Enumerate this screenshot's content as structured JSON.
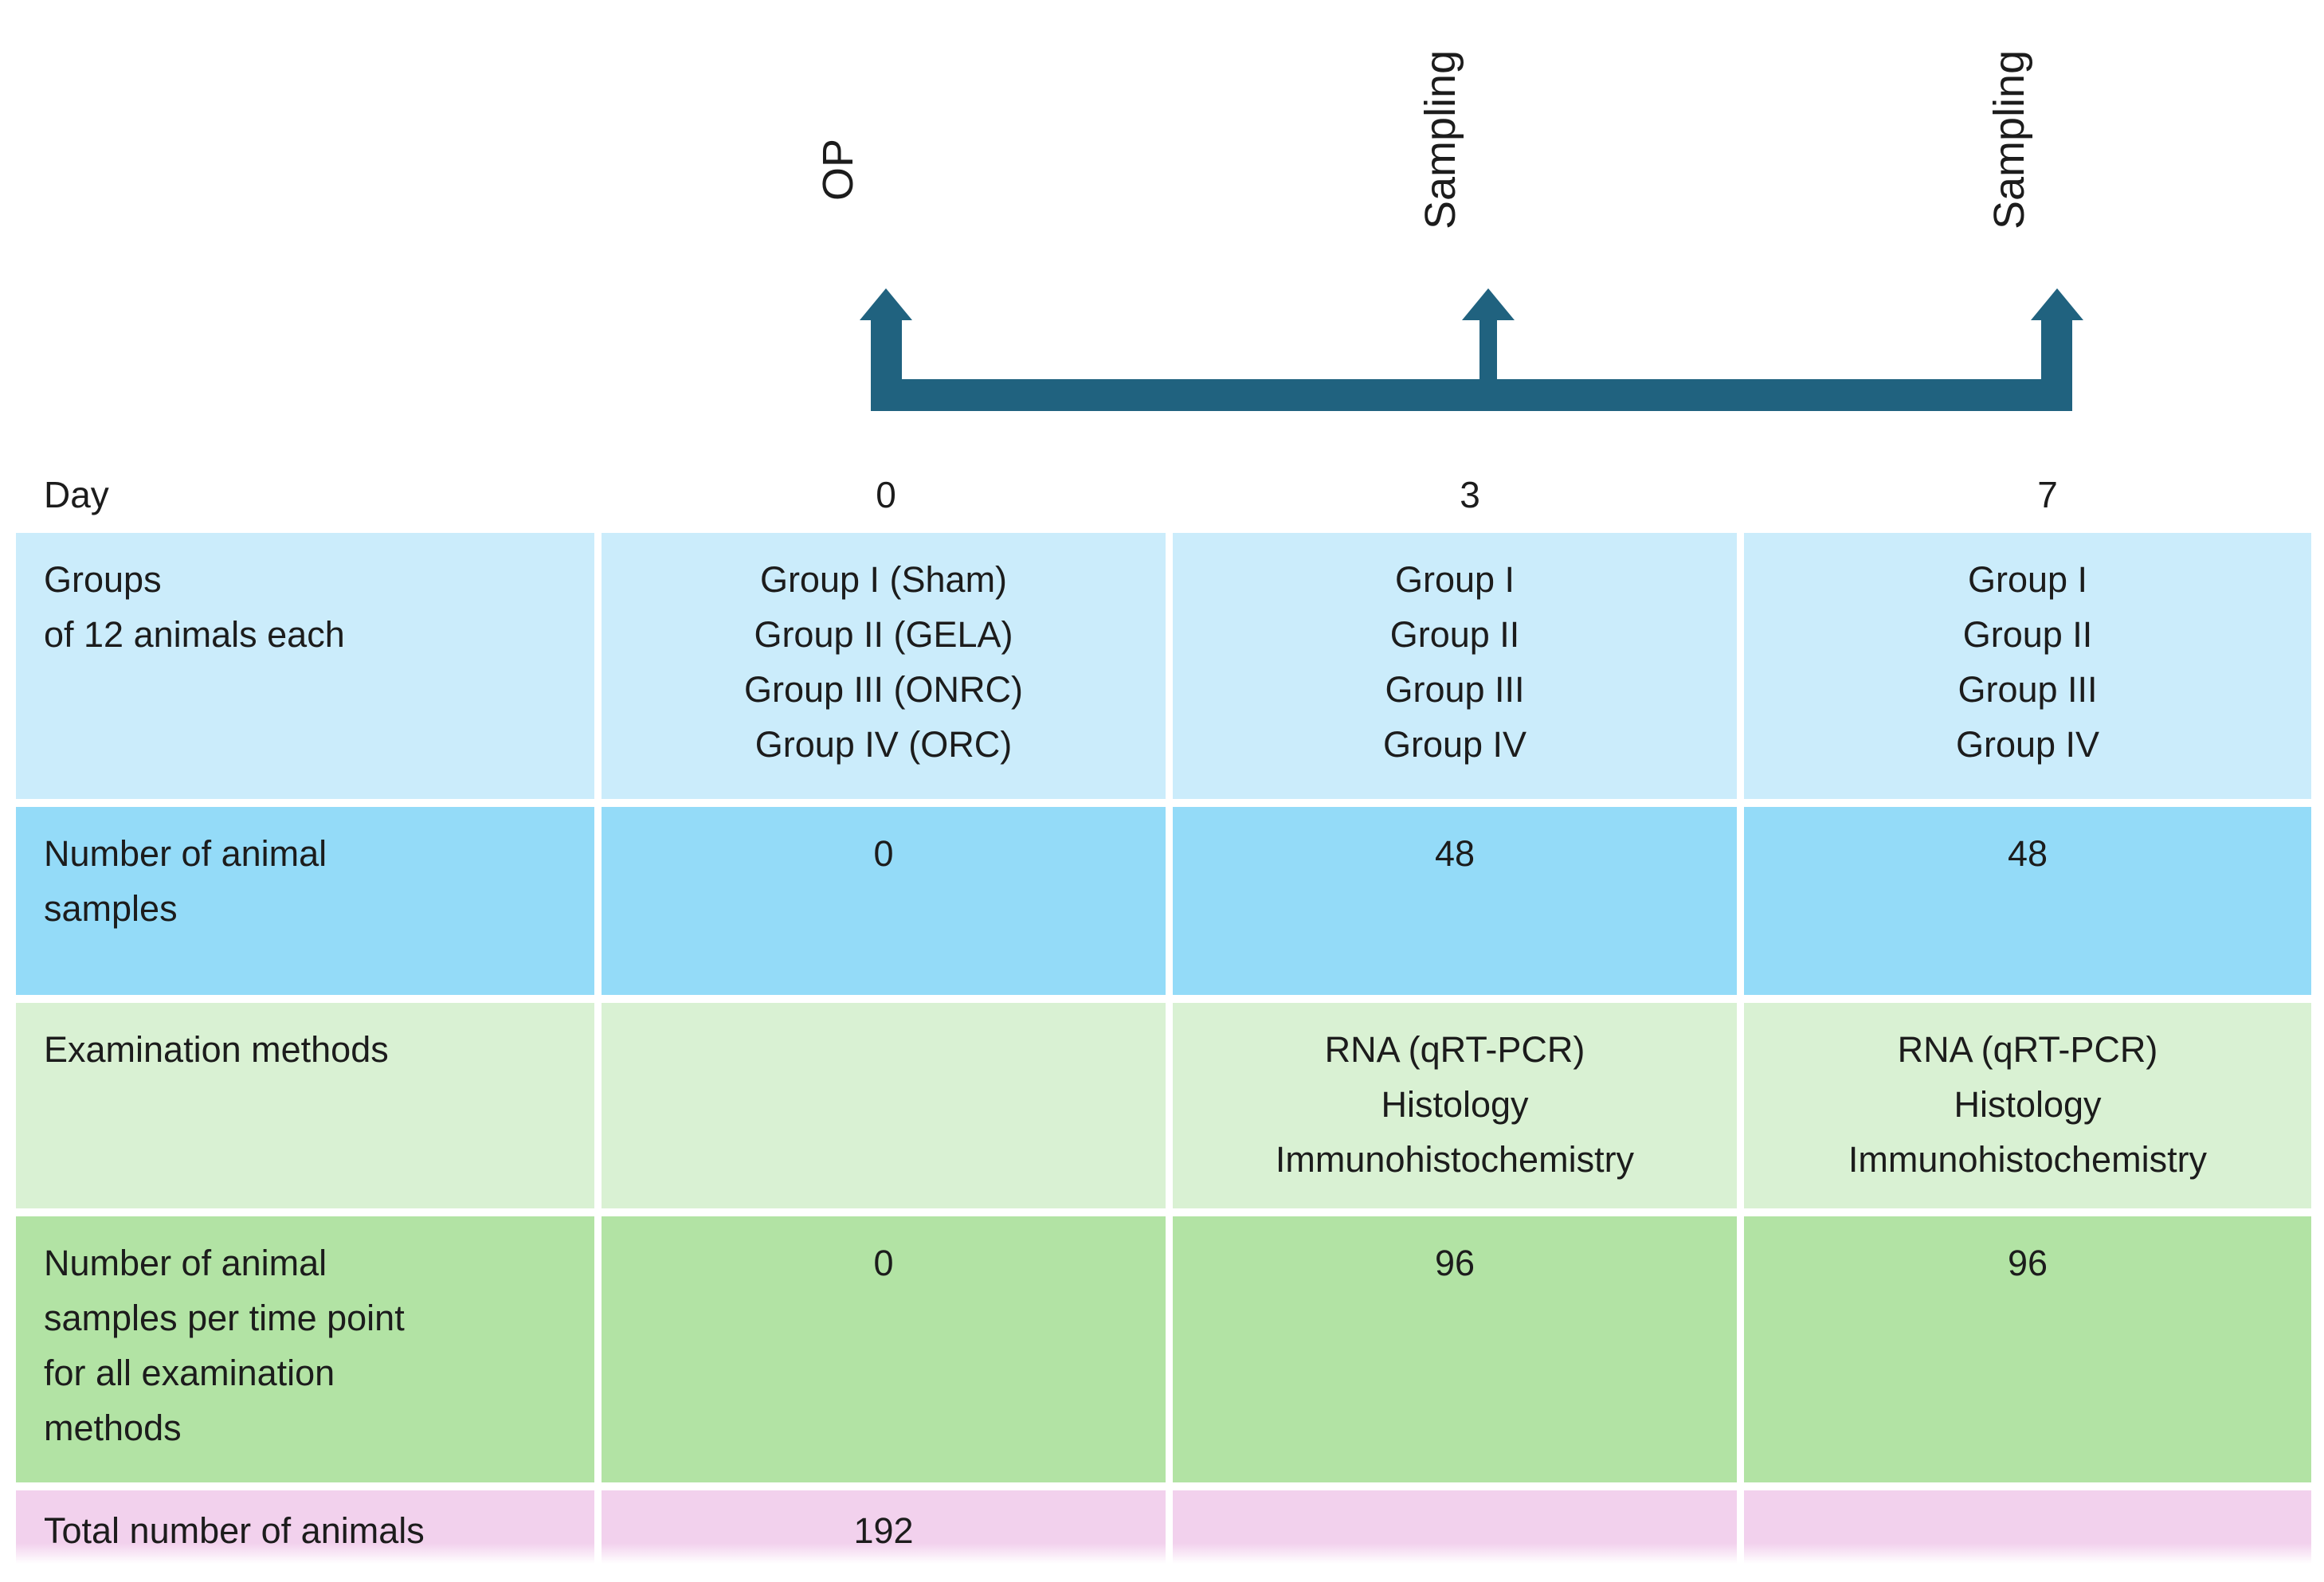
{
  "figure": {
    "title": "Experimental design timeline and animal sample summary"
  },
  "colors": {
    "timeline_teal": "#20627f",
    "row_groups_bg": "#cbecfb",
    "row_samples_bg": "#94dbf8",
    "row_methods_bg": "#d9f1d3",
    "row_per_timepoint_bg": "#b2e3a4",
    "row_total_bg": "#f2d1ed",
    "text": "#1c1c1c",
    "divider": "#ffffff"
  },
  "timeline": {
    "day_axis_label": "Day",
    "events": [
      {
        "label": "OP",
        "day": "0"
      },
      {
        "label": "Sampling",
        "day": "3"
      },
      {
        "label": "Sampling",
        "day": "7"
      }
    ]
  },
  "table": {
    "rows": [
      {
        "label_lines": [
          "Groups",
          "of 12 animals each"
        ],
        "cells": [
          [
            "Group I (Sham)",
            "Group II (GELA)",
            "Group III (ONRC)",
            "Group IV (ORC)"
          ],
          [
            "Group I",
            "Group II",
            "Group III",
            "Group IV"
          ],
          [
            "Group I",
            "Group II",
            "Group III",
            "Group IV"
          ]
        ]
      },
      {
        "label_lines": [
          "Number of animal",
          "samples"
        ],
        "cells": [
          [
            "0"
          ],
          [
            "48"
          ],
          [
            "48"
          ]
        ]
      },
      {
        "label_lines": [
          "Examination methods"
        ],
        "cells": [
          [],
          [
            "RNA (qRT-PCR)",
            "Histology",
            "Immunohistochemistry"
          ],
          [
            "RNA (qRT-PCR)",
            "Histology",
            "Immunohistochemistry"
          ]
        ]
      },
      {
        "label_lines": [
          "Number of animal",
          "samples per time point",
          "for all examination",
          "methods"
        ],
        "cells": [
          [
            "0"
          ],
          [
            "96"
          ],
          [
            "96"
          ]
        ]
      },
      {
        "label_lines": [
          "Total number of animals"
        ],
        "cells": [
          [
            "192"
          ],
          [],
          []
        ]
      }
    ]
  }
}
